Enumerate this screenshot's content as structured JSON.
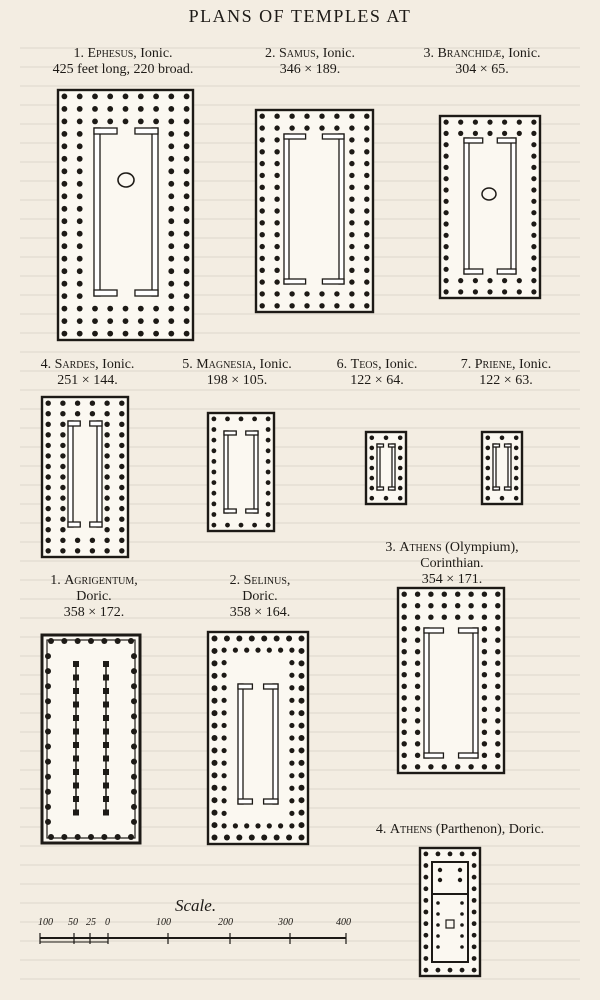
{
  "page": {
    "title": "PLANS OF TEMPLES AT"
  },
  "temples": [
    {
      "num": "1.",
      "name": "Ephesus",
      "order": "Ionic.",
      "dims": "425 feet long, 220 broad."
    },
    {
      "num": "2.",
      "name": "Samus",
      "order": "Ionic.",
      "dims": "346 × 189."
    },
    {
      "num": "3.",
      "name": "Branchidæ",
      "order": "Ionic.",
      "dims": "304 × 65."
    },
    {
      "num": "4.",
      "name": "Sardes",
      "order": "Ionic.",
      "dims": "251 × 144."
    },
    {
      "num": "5.",
      "name": "Magnesia",
      "order": "Ionic.",
      "dims": "198 × 105."
    },
    {
      "num": "6.",
      "name": "Teos",
      "order": "Ionic.",
      "dims": "122 × 64."
    },
    {
      "num": "7.",
      "name": "Priene",
      "order": "Ionic.",
      "dims": "122 × 63."
    },
    {
      "num": "3.",
      "name": "Athens",
      "order": "(Olympium),",
      "order2": "Corinthian.",
      "dims": "354 × 171."
    },
    {
      "num": "1.",
      "name": "Agrigentum",
      "order": ",",
      "order2": "Doric.",
      "dims": "358 × 172."
    },
    {
      "num": "2.",
      "name": "Selinus",
      "order": ",",
      "order2": "Doric.",
      "dims": "358 × 164."
    },
    {
      "num": "4.",
      "name": "Athens",
      "order": "(Parthenon), Doric."
    }
  ],
  "scale": {
    "label": "Scale.",
    "ticks": [
      "100",
      "50",
      "25",
      "0",
      "100",
      "200",
      "300",
      "400"
    ]
  }
}
